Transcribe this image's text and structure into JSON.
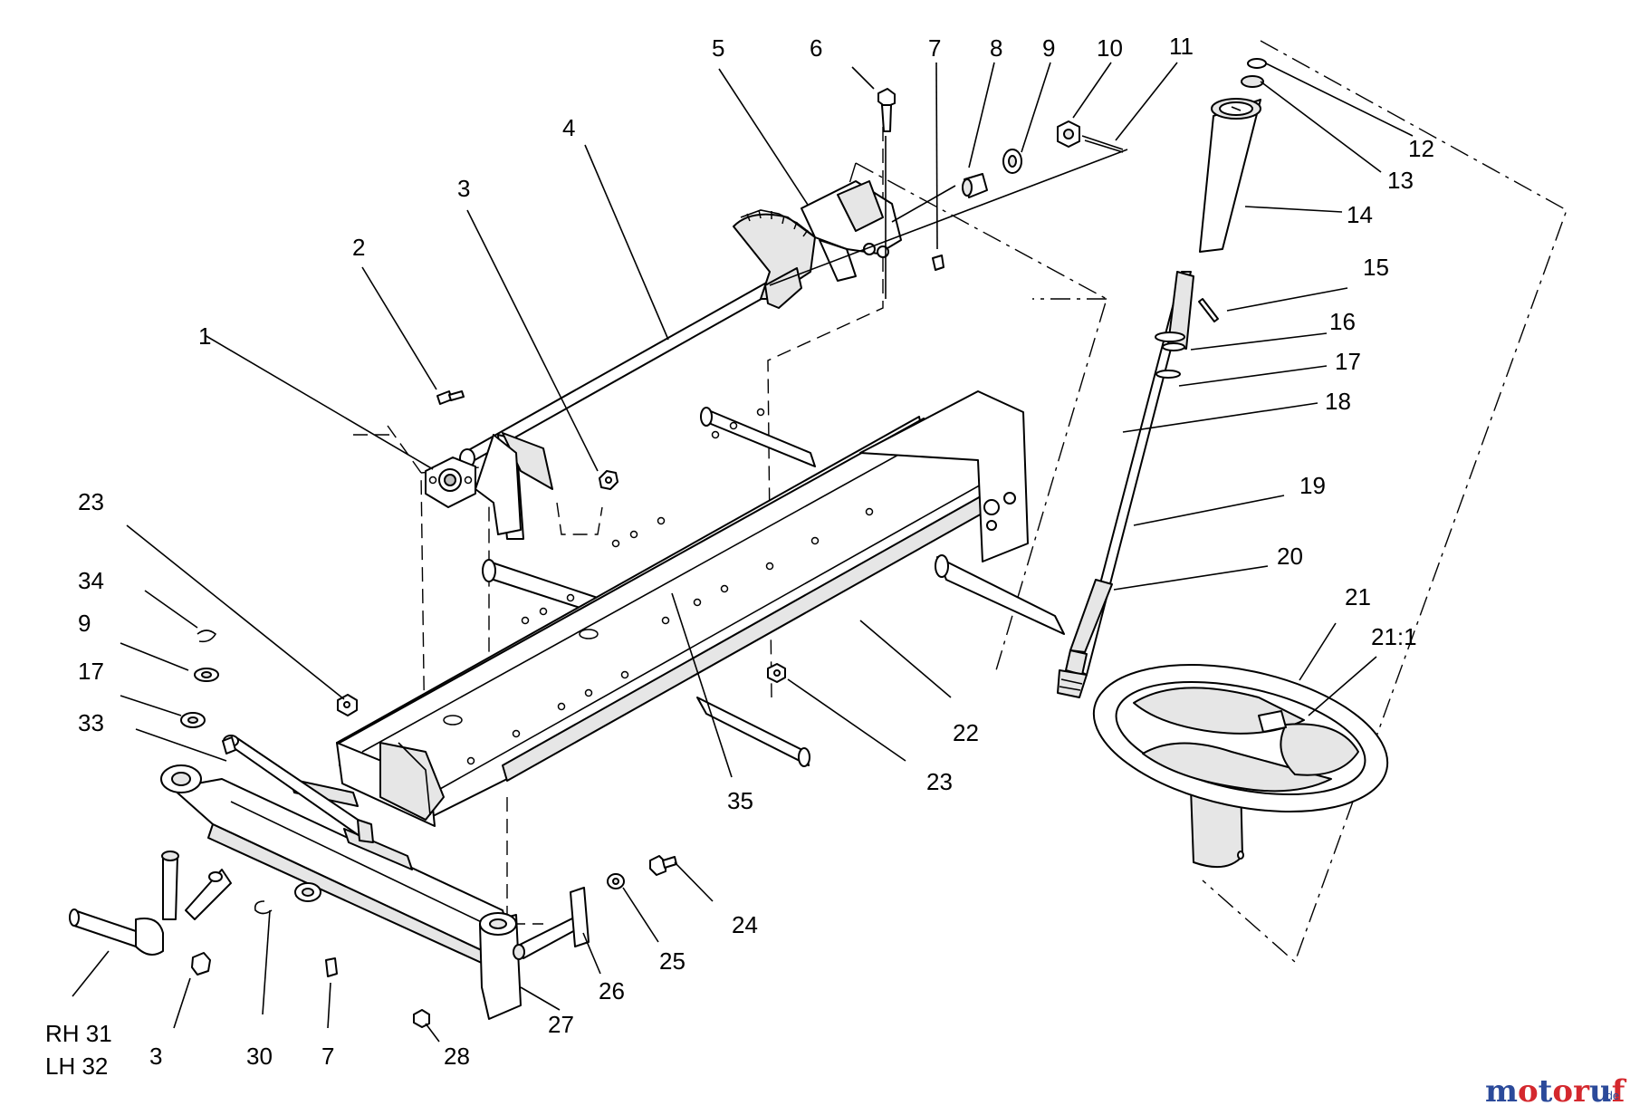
{
  "diagram": {
    "callouts": [
      {
        "id": "c1",
        "text": "1"
      },
      {
        "id": "c2",
        "text": "2"
      },
      {
        "id": "c3a",
        "text": "3"
      },
      {
        "id": "c4",
        "text": "4"
      },
      {
        "id": "c5",
        "text": "5"
      },
      {
        "id": "c6",
        "text": "6"
      },
      {
        "id": "c7a",
        "text": "7"
      },
      {
        "id": "c8",
        "text": "8"
      },
      {
        "id": "c9a",
        "text": "9"
      },
      {
        "id": "c10",
        "text": "10"
      },
      {
        "id": "c11",
        "text": "11"
      },
      {
        "id": "c12",
        "text": "12"
      },
      {
        "id": "c13",
        "text": "13"
      },
      {
        "id": "c14",
        "text": "14"
      },
      {
        "id": "c15",
        "text": "15"
      },
      {
        "id": "c16",
        "text": "16"
      },
      {
        "id": "c17a",
        "text": "17"
      },
      {
        "id": "c18",
        "text": "18"
      },
      {
        "id": "c19",
        "text": "19"
      },
      {
        "id": "c20",
        "text": "20"
      },
      {
        "id": "c21",
        "text": "21"
      },
      {
        "id": "c21-1",
        "text": "21:1"
      },
      {
        "id": "c22",
        "text": "22"
      },
      {
        "id": "c23a",
        "text": "23"
      },
      {
        "id": "c23b",
        "text": "23"
      },
      {
        "id": "c34",
        "text": "34"
      },
      {
        "id": "c9b",
        "text": "9"
      },
      {
        "id": "c17b",
        "text": "17"
      },
      {
        "id": "c33",
        "text": "33"
      },
      {
        "id": "c35",
        "text": "35"
      },
      {
        "id": "c24",
        "text": "24"
      },
      {
        "id": "c25",
        "text": "25"
      },
      {
        "id": "c26",
        "text": "26"
      },
      {
        "id": "c27",
        "text": "27"
      },
      {
        "id": "c28",
        "text": "28"
      },
      {
        "id": "c7b",
        "text": "7"
      },
      {
        "id": "c30",
        "text": "30"
      },
      {
        "id": "c3b",
        "text": "3"
      },
      {
        "id": "c31",
        "text": "RH 31"
      },
      {
        "id": "c32",
        "text": "LH 32"
      }
    ]
  },
  "watermark": {
    "brand": "motoruf",
    "suffix": ".de",
    "colors": {
      "m": "#2b4a9a",
      "o": "#d4282e",
      "t": "#2b4a9a",
      "r": "#d4282e",
      "u": "#2b4a9a",
      "f": "#d4282e"
    }
  }
}
